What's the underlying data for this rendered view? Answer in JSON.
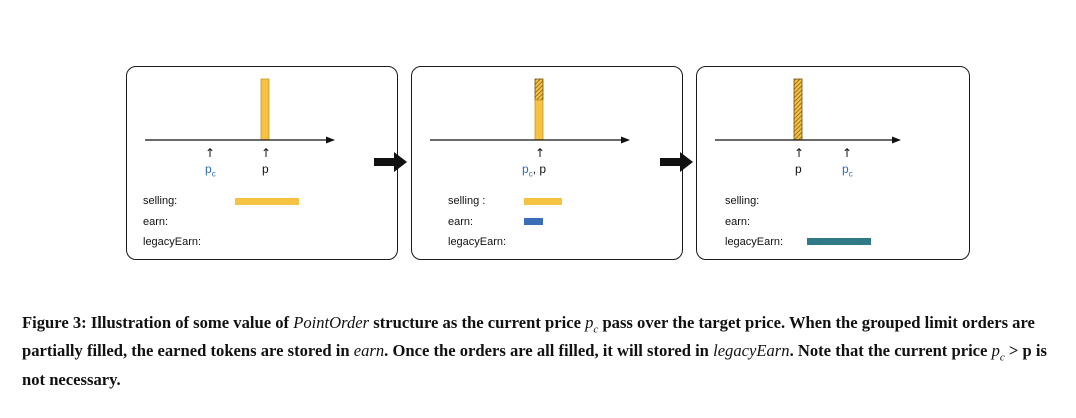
{
  "panels": [
    {
      "markers": [
        {
          "text": "p",
          "sub": "c",
          "kind": "pc"
        },
        {
          "text": "p",
          "kind": "p"
        }
      ],
      "labels": {
        "selling": "selling:",
        "earn": "earn:",
        "legacy": "legacyEarn:"
      },
      "bars": {
        "selling": 1.0,
        "earn": 0,
        "legacy": 0
      },
      "price_bar": {
        "filled_fraction": 1.0,
        "hatched_fraction": 0
      }
    },
    {
      "markers": [
        {
          "text": "p",
          "sub": "c",
          "tail": ", p",
          "kind": "pcp"
        }
      ],
      "labels": {
        "selling": "selling :",
        "earn": "earn:",
        "legacy": "legacyEarn:"
      },
      "bars": {
        "selling": 0.6,
        "earn": 0.3,
        "legacy": 0
      },
      "price_bar": {
        "filled_fraction": 0.6,
        "hatched_fraction": 0.4
      }
    },
    {
      "markers": [
        {
          "text": "p",
          "kind": "p"
        },
        {
          "text": "p",
          "sub": "c",
          "kind": "pc"
        }
      ],
      "labels": {
        "selling": "selling:",
        "earn": "earn:",
        "legacy": "legacyEarn:"
      },
      "bars": {
        "selling": 0,
        "earn": 0,
        "legacy": 1.0
      },
      "price_bar": {
        "filled_fraction": 0,
        "hatched_fraction": 1.0
      }
    }
  ],
  "colors": {
    "selling": "#f5c242",
    "earn": "#3a6db5",
    "legacy": "#2f7a86",
    "pc_text": "#2e6db4"
  },
  "caption": {
    "label": "Figure 3:",
    "t1": "Illustration of some value of",
    "t2": "PointOrder",
    "t3": "structure as the current price",
    "t4": "p",
    "t4sub": "c",
    "t5": "pass over the target price. When the grouped limit orders are partially filled, the earned tokens are stored in",
    "t6": "earn",
    "t7": ". Once the orders are all filled, it will stored in",
    "t8": "legacyEarn",
    "t9": ". Note that the current price",
    "t10": "p",
    "t10sub": "c",
    "t11": "> p",
    "t12": "is not necessary."
  }
}
